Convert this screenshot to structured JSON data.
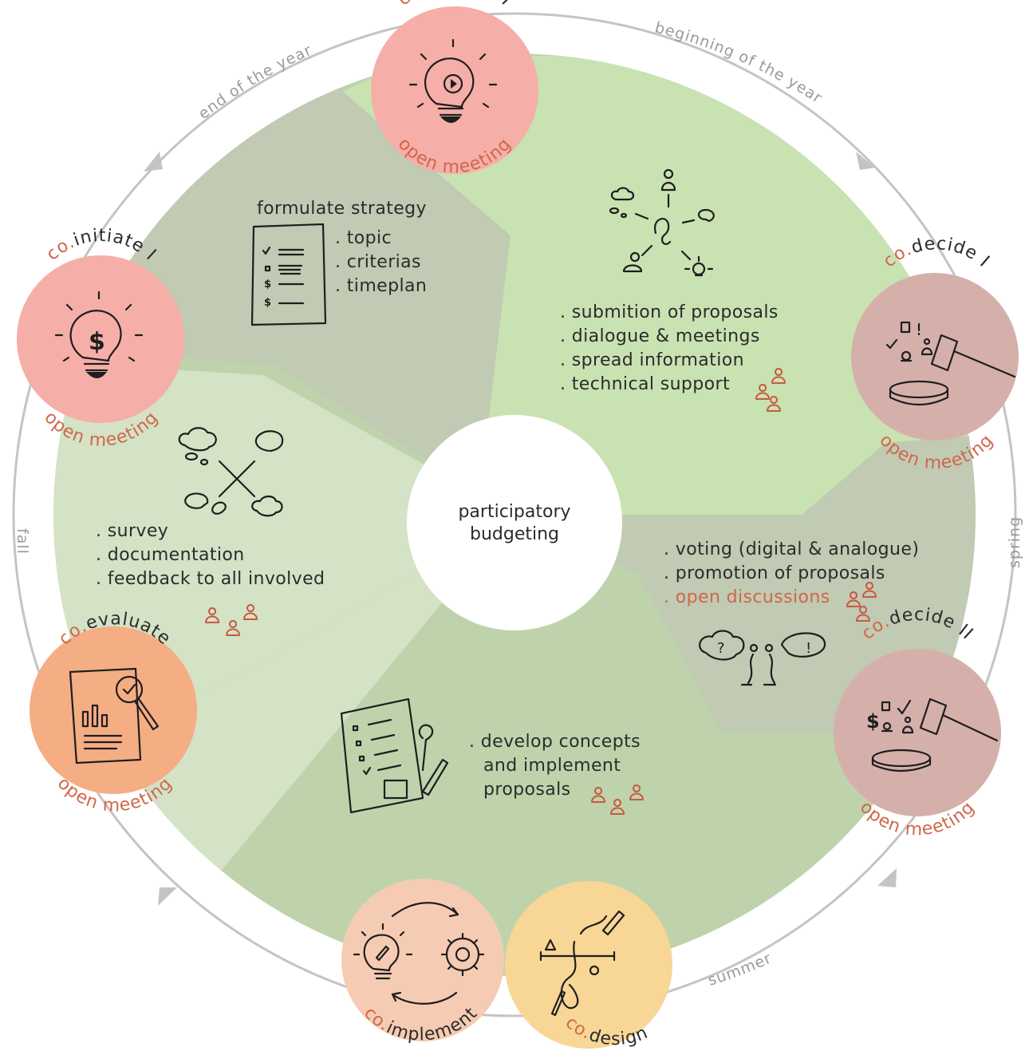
{
  "center": {
    "line1": "participatory",
    "line2": "budgeting"
  },
  "seasons": {
    "beginning": "beginning of the year",
    "end": "end of the year",
    "spring": "spring",
    "summer": "summer",
    "fall": "fall"
  },
  "badges": {
    "initiate2": {
      "prefix": "co.",
      "name": "initiate II",
      "bottom": "open meeting",
      "icon": "lightbulb-play-icon"
    },
    "initiate1": {
      "prefix": "co.",
      "name": "initiate I",
      "bottom": "open meeting",
      "icon": "lightbulb-dollar-icon"
    },
    "decide1": {
      "prefix": "co.",
      "name": "decide I",
      "bottom": "open meeting",
      "icon": "gavel-icon"
    },
    "decide2": {
      "prefix": "co.",
      "name": "decide II",
      "bottom": "open meeting",
      "icon": "gavel-icon"
    },
    "evaluate": {
      "prefix": "co.",
      "name": "evaluate",
      "bottom": "open meeting",
      "icon": "report-magnifier-icon"
    },
    "implement": {
      "prefix": "co.",
      "name": "implement",
      "icon": "lightbulb-gear-icon"
    },
    "design": {
      "prefix": "co.",
      "name": "design",
      "icon": "pencil-sketch-icon"
    }
  },
  "sections": {
    "strategy": {
      "title": "formulate strategy",
      "items": [
        ". topic",
        ". criterias",
        ". timeplan"
      ]
    },
    "proposals": {
      "items": [
        ". submition of proposals",
        ". dialogue & meetings",
        ". spread information",
        ". technical support"
      ]
    },
    "voting": {
      "items": [
        ". voting (digital & analogue)",
        ". promotion of proposals"
      ],
      "highlight": ". open discussions"
    },
    "concepts": {
      "items": [
        ". develop concepts",
        "and implement",
        "proposals"
      ]
    },
    "evaluation": {
      "items": [
        ". survey",
        ". documentation",
        ". feedback to all involved"
      ]
    }
  },
  "colors": {
    "ring": "#c4c4c4",
    "green_light": "#c9e2b2",
    "green_mid": "#bed3ac",
    "green_pale": "#d4e2c6",
    "green_grey": "#c1cab2",
    "badge_pink": "#f6aea8",
    "badge_mauve": "#d5b0ab",
    "badge_orange": "#f5ad84",
    "badge_peach": "#f5cbb3",
    "badge_yellow": "#f8d696",
    "accent": "#d0664b"
  }
}
